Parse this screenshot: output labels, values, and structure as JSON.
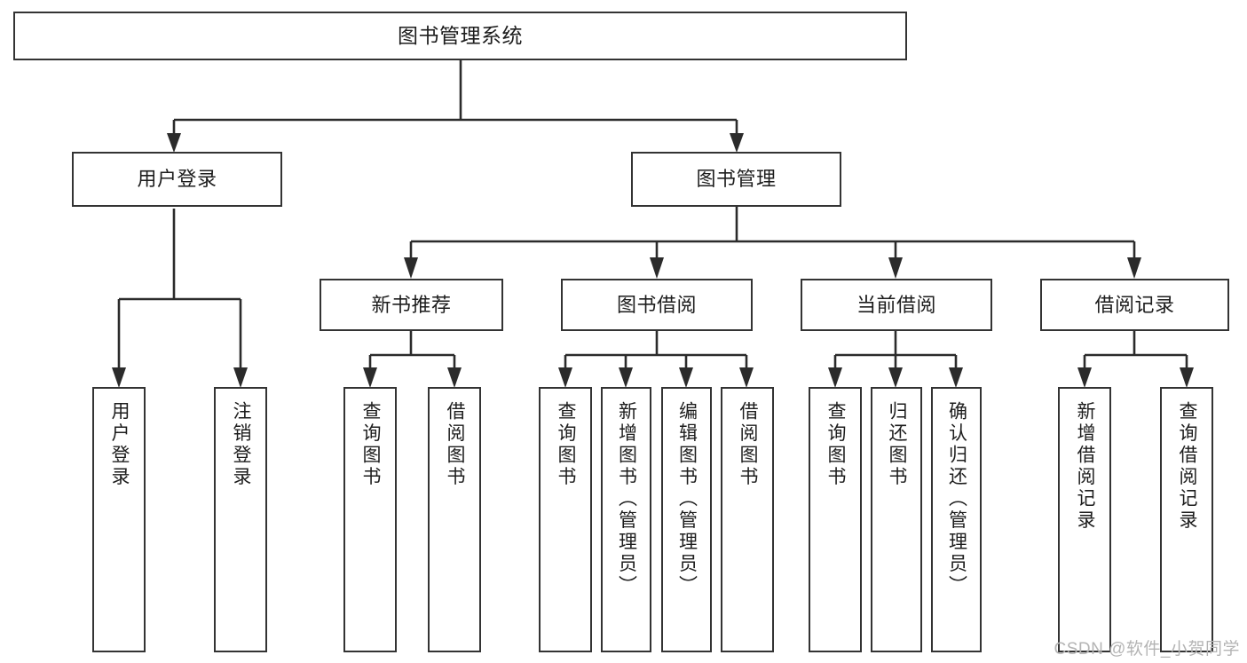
{
  "diagram": {
    "type": "tree",
    "title": "图书管理系统",
    "watermark": "CSDN @软件_小贺同学",
    "colors": {
      "box_border": "#333333",
      "box_fill": "#ffffff",
      "connector": "#2b2b2b",
      "text": "#1d1d1d",
      "watermark": "#b4b4b4",
      "background": "#ffffff"
    },
    "nodes": {
      "root": {
        "label": "图书管理系统",
        "level": 0
      },
      "user_login": {
        "label": "用户登录",
        "level": 1
      },
      "book_manage": {
        "label": "图书管理",
        "level": 1
      },
      "new_book_rec": {
        "label": "新书推荐",
        "level": 2
      },
      "book_borrow": {
        "label": "图书借阅",
        "level": 2
      },
      "current_borrow": {
        "label": "当前借阅",
        "level": 2
      },
      "borrow_record": {
        "label": "借阅记录",
        "level": 2
      },
      "leaf_user_login": {
        "label": "用户登录",
        "level": 3
      },
      "leaf_logout": {
        "label": "注销登录",
        "level": 3
      },
      "leaf_query_book_a": {
        "label": "查询图书",
        "level": 3
      },
      "leaf_borrow_book_a": {
        "label": "借阅图书",
        "level": 3
      },
      "leaf_query_book_b": {
        "label": "查询图书",
        "level": 3
      },
      "leaf_add_book": {
        "label": "新增图书（管理员）",
        "level": 3
      },
      "leaf_edit_book": {
        "label": "编辑图书（管理员）",
        "level": 3
      },
      "leaf_borrow_book_b": {
        "label": "借阅图书",
        "level": 3
      },
      "leaf_query_book_c": {
        "label": "查询图书",
        "level": 3
      },
      "leaf_return_book": {
        "label": "归还图书",
        "level": 3
      },
      "leaf_confirm_return": {
        "label": "确认归还（管理员）",
        "level": 3
      },
      "leaf_add_record": {
        "label": "新增借阅记录",
        "level": 3
      },
      "leaf_query_record": {
        "label": "查询借阅记录",
        "level": 3
      }
    },
    "edges": [
      {
        "from": "root",
        "to": "user_login"
      },
      {
        "from": "root",
        "to": "book_manage"
      },
      {
        "from": "user_login",
        "to": "leaf_user_login"
      },
      {
        "from": "user_login",
        "to": "leaf_logout"
      },
      {
        "from": "book_manage",
        "to": "new_book_rec"
      },
      {
        "from": "book_manage",
        "to": "book_borrow"
      },
      {
        "from": "book_manage",
        "to": "current_borrow"
      },
      {
        "from": "book_manage",
        "to": "borrow_record"
      },
      {
        "from": "new_book_rec",
        "to": "leaf_query_book_a"
      },
      {
        "from": "new_book_rec",
        "to": "leaf_borrow_book_a"
      },
      {
        "from": "book_borrow",
        "to": "leaf_query_book_b"
      },
      {
        "from": "book_borrow",
        "to": "leaf_add_book"
      },
      {
        "from": "book_borrow",
        "to": "leaf_edit_book"
      },
      {
        "from": "book_borrow",
        "to": "leaf_borrow_book_b"
      },
      {
        "from": "current_borrow",
        "to": "leaf_query_book_c"
      },
      {
        "from": "current_borrow",
        "to": "leaf_return_book"
      },
      {
        "from": "current_borrow",
        "to": "leaf_confirm_return"
      },
      {
        "from": "borrow_record",
        "to": "leaf_add_record"
      },
      {
        "from": "borrow_record",
        "to": "leaf_query_record"
      }
    ]
  }
}
